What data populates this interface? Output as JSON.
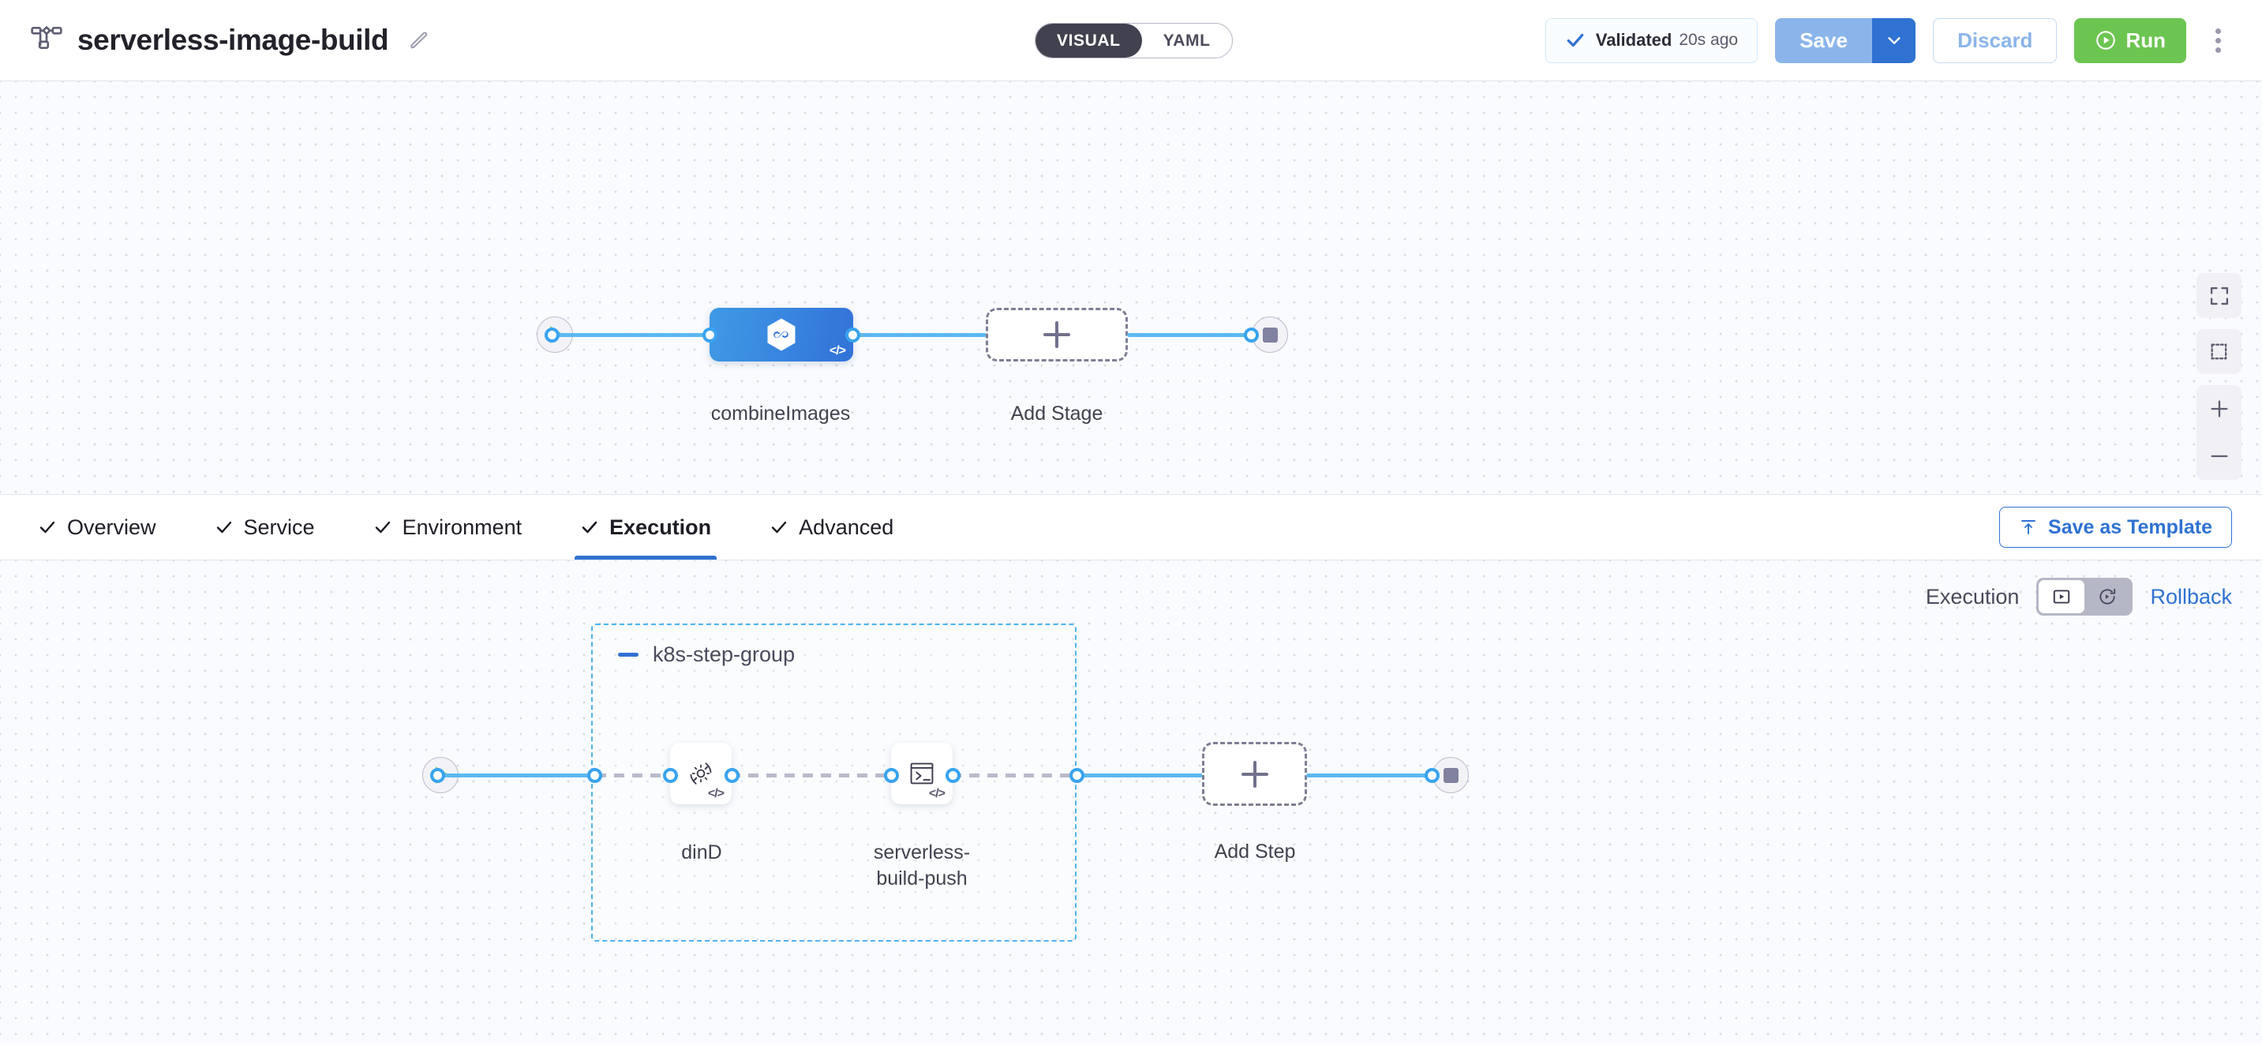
{
  "header": {
    "pipeline_icon": "pipeline-icon",
    "title": "serverless-image-build",
    "edit_icon": "pencil-icon",
    "view_toggle": {
      "options": [
        "VISUAL",
        "YAML"
      ],
      "selected": "VISUAL"
    },
    "validated": {
      "icon": "check-icon",
      "label": "Validated",
      "time": "20s ago"
    },
    "save": {
      "label": "Save",
      "caret_icon": "chevron-down-icon"
    },
    "discard": {
      "label": "Discard"
    },
    "run": {
      "label": "Run",
      "icon": "play-circle-icon"
    },
    "more_menu": "kebab-menu-icon"
  },
  "stage_canvas": {
    "start_node": {
      "icon": "play-icon"
    },
    "stage": {
      "label": "combineImages",
      "icon": "hexagon-infinity-icon",
      "badge": "</>"
    },
    "add_stage": {
      "label": "Add Stage",
      "icon": "plus-icon"
    },
    "end_node": {
      "icon": "stop-icon"
    },
    "controls": [
      {
        "name": "fit-to-screen-button",
        "icon": "expand-icon"
      },
      {
        "name": "zoom-to-selection-button",
        "icon": "marquee-select-icon"
      },
      {
        "name": "zoom-in-button",
        "icon": "plus-icon"
      },
      {
        "name": "zoom-out-button",
        "icon": "minus-icon"
      }
    ]
  },
  "tabs": [
    {
      "label": "Overview",
      "icon": "check-icon",
      "active": false
    },
    {
      "label": "Service",
      "icon": "check-icon",
      "active": false
    },
    {
      "label": "Environment",
      "icon": "check-icon",
      "active": false
    },
    {
      "label": "Execution",
      "icon": "check-icon",
      "active": true
    },
    {
      "label": "Advanced",
      "icon": "check-icon",
      "active": false
    }
  ],
  "save_as_template": {
    "label": "Save as Template",
    "icon": "upload-template-icon"
  },
  "execution": {
    "toolbar": {
      "label": "Execution",
      "switch": [
        {
          "name": "execution-view-toggle",
          "icon": "play-box-icon",
          "active": true
        },
        {
          "name": "rollback-view-toggle",
          "icon": "rollback-icon",
          "active": false
        }
      ],
      "rollback_link": "Rollback"
    },
    "start_node": {
      "icon": "play-icon"
    },
    "step_group": {
      "title": "k8s-step-group",
      "collapse_icon": "minus-icon",
      "steps": [
        {
          "label": "dinD",
          "icon": "gear-sync-icon",
          "badge": "</>"
        },
        {
          "label": "serverless-\nbuild-push",
          "label_line1": "serverless-",
          "label_line2": "build-push",
          "icon": "terminal-icon",
          "badge": "</>"
        }
      ]
    },
    "add_step": {
      "label": "Add Step",
      "icon": "plus-icon"
    },
    "end_node": {
      "icon": "stop-icon"
    }
  },
  "colors": {
    "accent_blue": "#2f72d2",
    "edge_blue": "#5cb9ef",
    "run_green": "#6cc551",
    "stage_gradient_from": "#3f9ae6",
    "stage_gradient_to": "#3272d8",
    "canvas_bg": "#f9fbfe",
    "toggle_dark": "#41414f"
  }
}
